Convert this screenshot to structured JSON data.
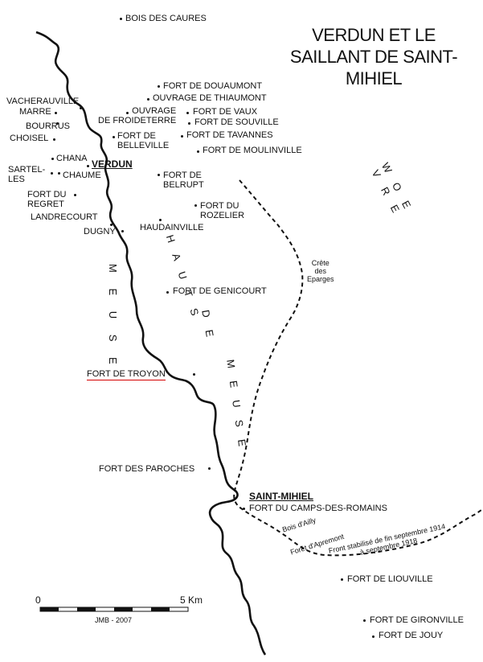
{
  "title": "VERDUN ET LE SAILLANT DE SAINT-MIHIEL",
  "places": {
    "bois_des_caures": "BOIS DES CAURES",
    "fort_douaumont": "FORT DE DOUAUMONT",
    "ouvrage_thiaumont": "OUVRAGE DE THIAUMONT",
    "ouvrage_froideterre": "OUVRAGE\nDE FROIDETERRE",
    "fort_vaux": "FORT DE VAUX",
    "fort_souville": "FORT DE SOUVILLE",
    "fort_tavannes": "FORT DE TAVANNES",
    "fort_moulinville": "FORT DE MOULINVILLE",
    "fort_belleville": "FORT DE\nBELLEVILLE",
    "vacherauville": "VACHERAUVILLE",
    "marre": "MARRE",
    "bourrus": "BOURRUS",
    "choisel": "CHOISEL",
    "chana": "CHANA",
    "sartel_les": "SARTEL-\nLES",
    "chaume": "CHAUME",
    "verdun": "VERDUN",
    "fort_belrupt": "FORT DE\nBELRUPT",
    "fort_regret": "FORT DU\nREGRET",
    "landrecourt": "LANDRECOURT",
    "dugny": "DUGNY",
    "fort_rozelier": "FORT DU\nROZELIER",
    "haudainville": "HAUDAINVILLE",
    "fort_genicourt": "FORT DE GENICOURT",
    "fort_troyon": "FORT DE TROYON",
    "fort_paroches": "FORT DES PAROCHES",
    "saint_mihiel": "SAINT-MIHIEL",
    "fort_camps_romains": "FORT DU CAMPS-DES-ROMAINS",
    "fort_liouville": "FORT DE LIOUVILLE",
    "fort_gironville": "FORT DE GIRONVILLE",
    "fort_jouy": "FORT DE JOUY"
  },
  "regions": {
    "woevre": "W O E V R E",
    "meuse_river": "M E U S E",
    "hauts_de_meuse_1": "H A U T S",
    "hauts_de_meuse_2": "D E",
    "hauts_de_meuse_3": "M E U S E"
  },
  "annotations": {
    "crete_eparges": "Crête\ndes\nEparges",
    "bois_ailly": "Bois d'Ailly",
    "foret_apremont": "Forêt d'Apremont",
    "front_line": "Front stabilisé de fin septembre 1914\nà septembre 1918"
  },
  "scale": {
    "start_label": "0",
    "end_label": "5 Km",
    "credit": "JMB - 2007"
  },
  "colors": {
    "ink": "#111111",
    "highlight": "#d40000",
    "background": "#ffffff"
  }
}
